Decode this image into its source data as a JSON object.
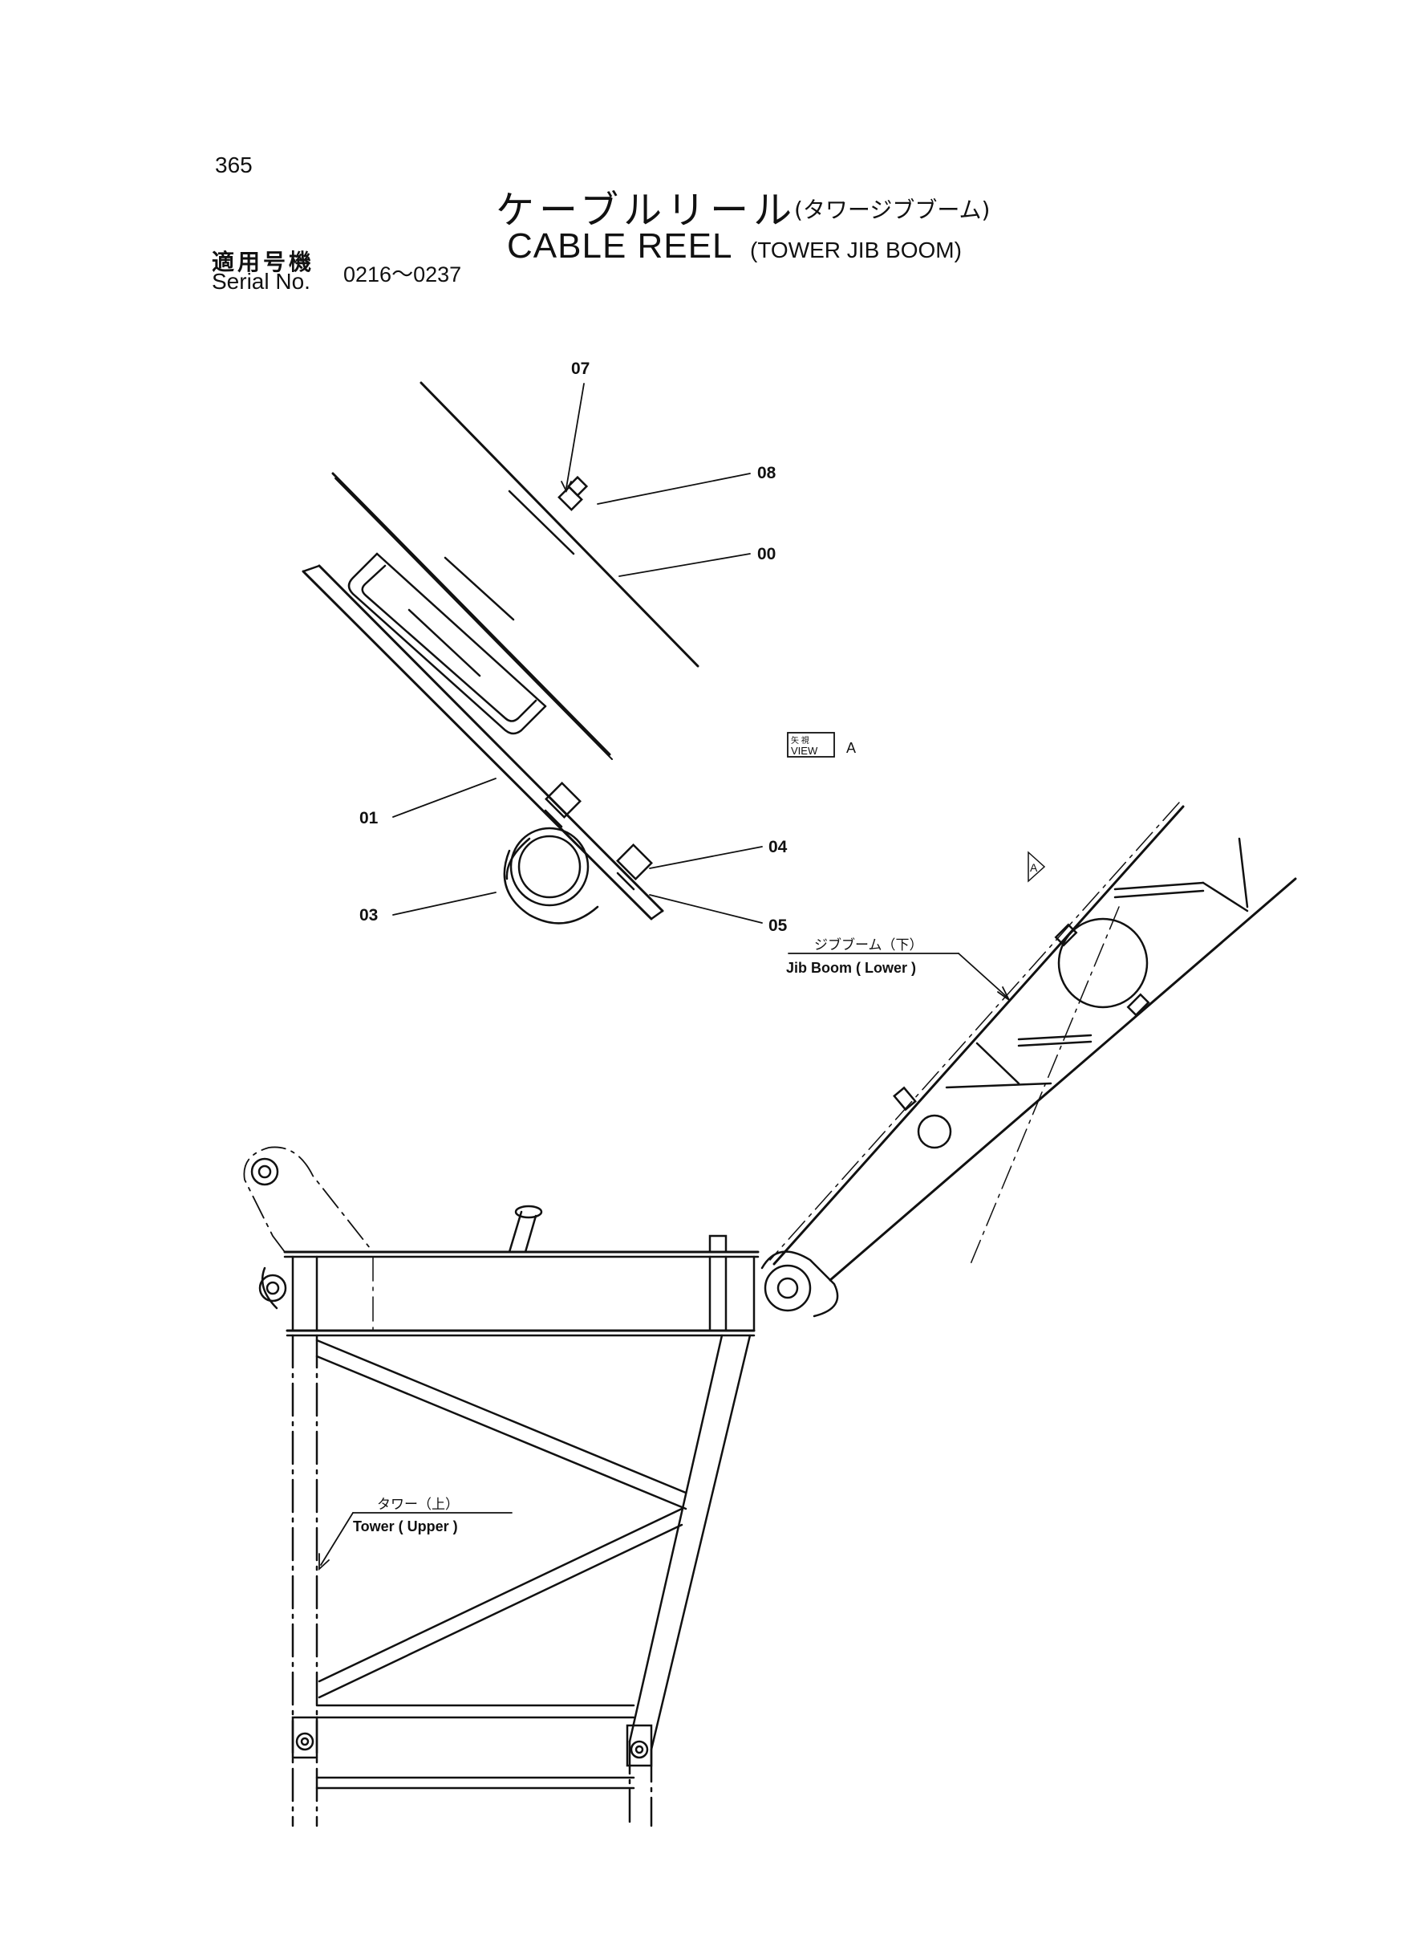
{
  "header": {
    "page_number": "365",
    "title_jp": "ケーブルリール",
    "title_jp_sub": "(タワージブブーム)",
    "title_en": "CABLE REEL",
    "title_en_sub": "(TOWER JIB BOOM)",
    "serial_label_jp": "適用号機",
    "serial_label_en": "Serial No.",
    "serial_range": "0216～0237"
  },
  "callouts": {
    "p07": "07",
    "p08": "08",
    "p00": "00",
    "p01": "01",
    "p03": "03",
    "p04": "04",
    "p05": "05"
  },
  "view_marker": {
    "label_jp": "矢 視",
    "label_en": "VIEW",
    "letter": "A",
    "arrow_letter": "A"
  },
  "labels": {
    "jib_boom_jp": "ジブブーム（下）",
    "jib_boom_en": "Jib Boom ( Lower )",
    "tower_jp": "タワー（上）",
    "tower_en": "Tower ( Upper )"
  },
  "colors": {
    "ink": "#111111",
    "paper": "#ffffff"
  }
}
